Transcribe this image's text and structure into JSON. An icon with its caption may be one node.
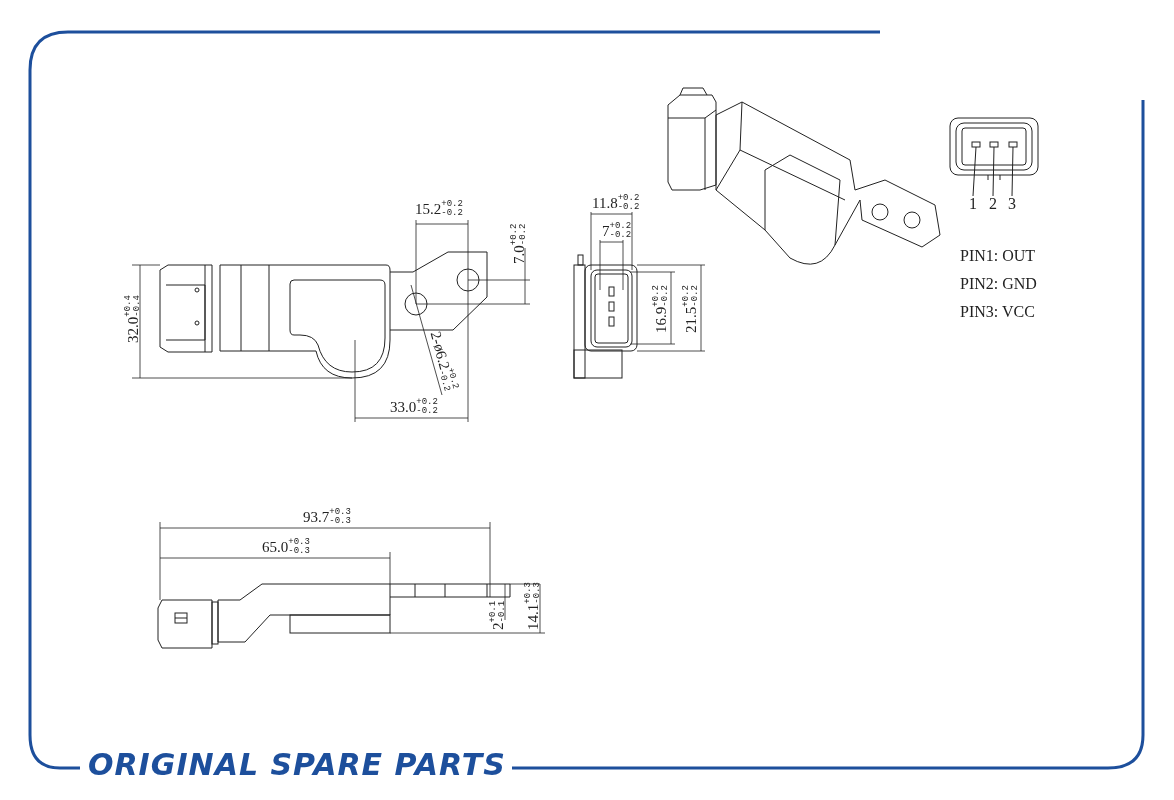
{
  "diagram": {
    "nodes": [
      {
        "text": [
          "1"
        ]
      },
      {
        "text": [
          "2"
        ]
      },
      {
        "text": [
          "3"
        ]
      },
      {
        "text": [],
        "shape": "box"
      },
      {
        "text": [],
        "shape": "box"
      },
      {
        "text": [],
        "shape": "box"
      }
    ],
    "edges": [
      {
        "from": 0,
        "to": 3,
        "arrow": "none"
      },
      {
        "from": 1,
        "to": 4,
        "arrow": "none"
      },
      {
        "from": 2,
        "to": 5,
        "arrow": "none"
      }
    ],
    "labels": [
      "15.2$^{+0.2}$$_{-0.2}$",
      "7.0$^{+0.2}$$_{-0.2}$",
      "32.0$^{+0.4}$$_{-0.4}$",
      "2-ø6.2$^{+0.2}$$_{-0.2}$",
      "33.0$^{+0.2}$$_{-0.2}$",
      "11.8$^{+0.2}$$_{-0.2}$",
      "7$^{+0.2}$$_{-0.2}$",
      "16.9$^{+0.2}$$_{-0.2}$",
      "21.5$^{+0.2}$$_{-0.2}$",
      "PIN1: OUT",
      "PIN2: GND",
      "PIN3: VCC",
      "93.7$^{+0.3}$$_{-0.3}$",
      "65.0$^{+0.3}$$_{-0.3}$",
      "2$^{+0.1}$$_{-0.1}$",
      "14.1$^{+0.3}$$_{-0.3}$",
      "ORIGINAL SPARE PARTS"
    ]
  }
}
